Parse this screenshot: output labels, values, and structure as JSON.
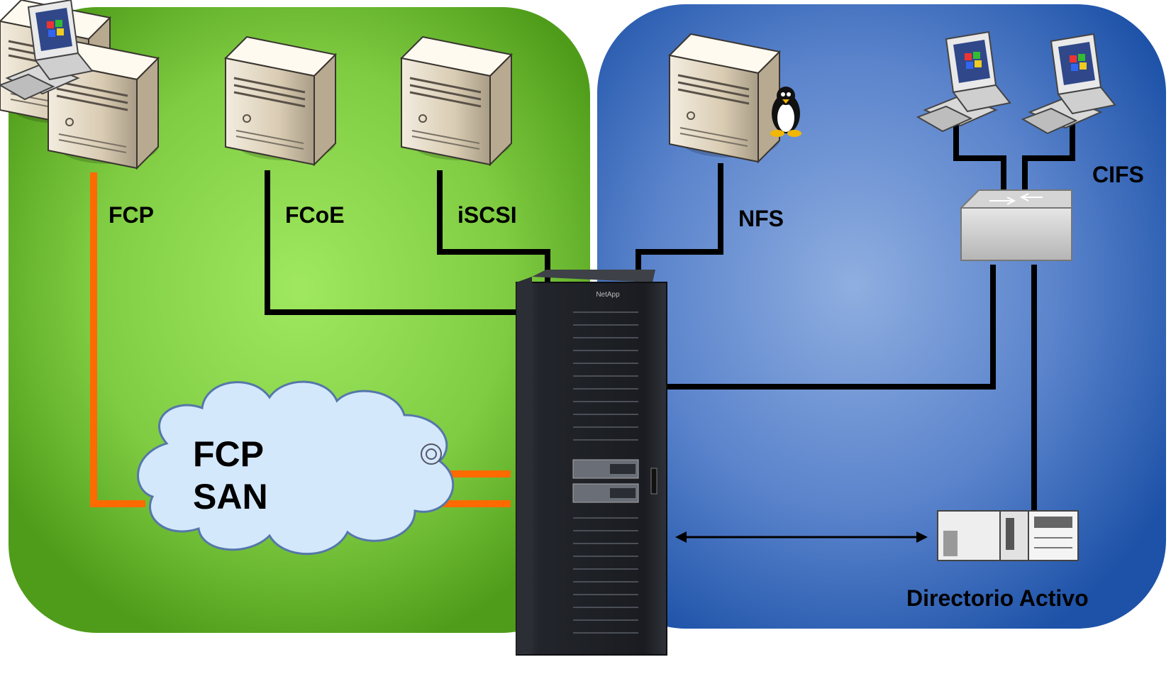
{
  "labels": {
    "fcp": "FCP",
    "fcoe": "FCoE",
    "iscsi": "iSCSI",
    "nfs": "NFS",
    "cifs": "CIFS",
    "san_line1": "FCP",
    "san_line2": "SAN",
    "active_directory": "Directorio Activo",
    "brand": "NetApp"
  },
  "colors": {
    "san_zone": "#5dae1e",
    "nas_zone": "#1e5cb0",
    "fc_link": "#ff6a00",
    "ethernet_link": "#000000",
    "cloud_fill": "#d4e8fb"
  },
  "icons": [
    "server-icon",
    "linux-penguin-icon",
    "desktop-pc-icon",
    "network-switch-icon",
    "storage-rack-icon",
    "cloud-icon",
    "directory-server-icon"
  ]
}
